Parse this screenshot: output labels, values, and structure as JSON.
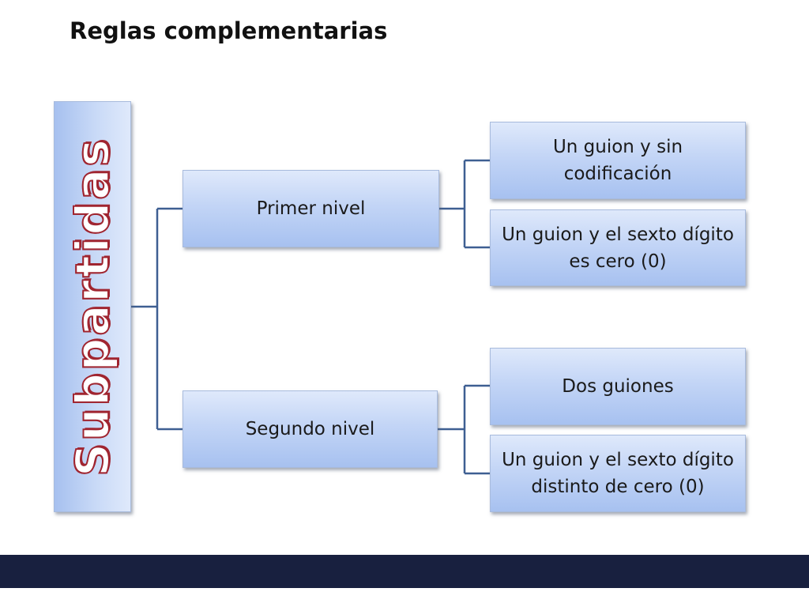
{
  "slide": {
    "title": "Reglas complementarias"
  },
  "diagram": {
    "root": {
      "label": "Subpartidas"
    },
    "levels": [
      {
        "label": "Primer nivel",
        "children": [
          "Un guion y sin codificación",
          "Un guion y el sexto dígito es cero (0)"
        ]
      },
      {
        "label": "Segundo nivel",
        "children": [
          "Dos guiones",
          "Un guion y el sexto dígito distinto de cero (0)"
        ]
      }
    ]
  },
  "colors": {
    "connector": "#3e5f92",
    "root_text": "#a02530",
    "footer": "#18203f"
  }
}
